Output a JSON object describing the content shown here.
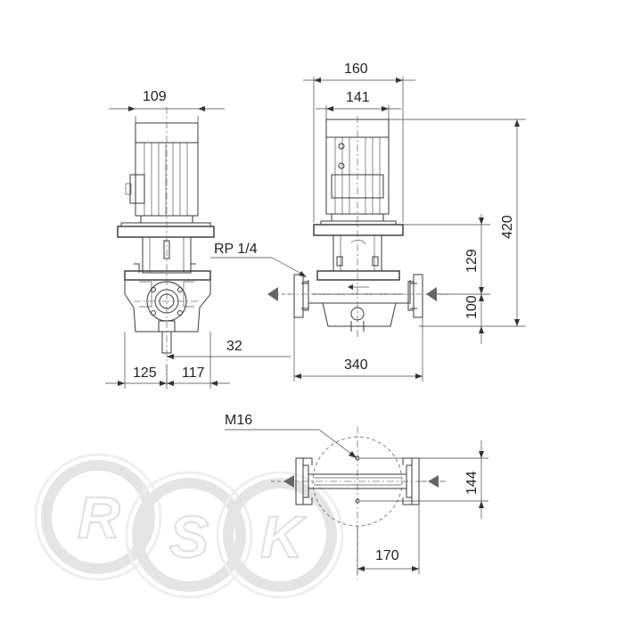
{
  "dimensions": {
    "side_motor_width": "109",
    "flange_width": "160",
    "motor_width": "141",
    "total_height": "420",
    "center_to_top": "129",
    "center_height": "100",
    "port_label": "RP 1/4",
    "port_offset": "32",
    "left_half": "125",
    "right_half": "117",
    "port_to_port": "340",
    "bolt_label": "M16",
    "bolt_spacing_y": "144",
    "bolt_spacing_x": "170"
  },
  "watermark": {
    "letters": [
      "R",
      "S",
      "K"
    ]
  }
}
